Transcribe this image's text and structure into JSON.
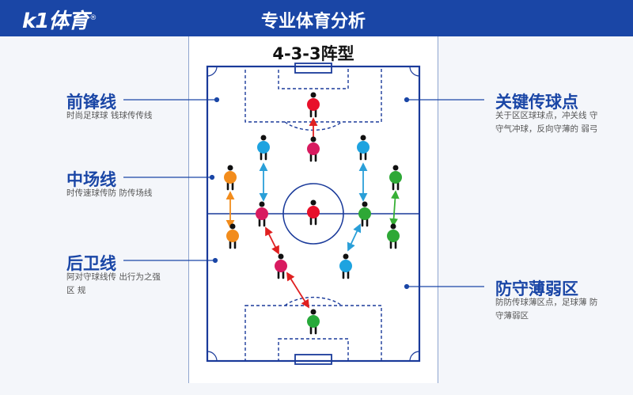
{
  "brand": {
    "logo": "k1体育",
    "logo_mark": "®"
  },
  "header": {
    "title": "专业体育分析"
  },
  "diagram": {
    "formation": "4-3-3阵型"
  },
  "labels": {
    "forward": {
      "title": "前锋线",
      "desc": "时尚足球球 钱球传传线"
    },
    "midfield": {
      "title": "中场线",
      "desc": "时传速球传防 防传场线"
    },
    "defense": {
      "title": "后卫线",
      "desc": "阿对守球线传 出行为之强区 规"
    },
    "key_points": {
      "title": "关键传球点",
      "desc": "关于区区球球点，冲关线 守守气冲球，反向守薄的 弱弓"
    },
    "weak_zone": {
      "title": "防守薄弱区",
      "desc": "防防传球薄区点，足球薄 防守薄弱区"
    }
  },
  "colors": {
    "brand_blue": "#1a46a6",
    "red_player": "#e8102a",
    "magenta_player": "#d81b60",
    "blue_player": "#1ea3e0",
    "orange_player": "#f28c1c",
    "green_player": "#2ea836",
    "goalkeeper": "#27a93a",
    "red_arrow": "#e02020",
    "blue_arrow": "#2a9fd8",
    "orange_arrow": "#f28c1c",
    "green_arrow": "#38b036",
    "pitch_line": "#1a3a9a"
  },
  "players": [
    {
      "role": "forward-center",
      "color": "red_player"
    },
    {
      "role": "midfield-center",
      "color": "magenta_player"
    },
    {
      "role": "forward-left",
      "color": "blue_player"
    },
    {
      "role": "forward-right",
      "color": "blue_player"
    },
    {
      "role": "left-back",
      "color": "orange_player"
    },
    {
      "role": "right-back",
      "color": "green_player"
    },
    {
      "role": "midfield-left",
      "color": "magenta_player"
    },
    {
      "role": "center-circle",
      "color": "red_player"
    },
    {
      "role": "midfield-right",
      "color": "green_player"
    },
    {
      "role": "left-back-low",
      "color": "orange_player"
    },
    {
      "role": "right-back-low",
      "color": "green_player"
    },
    {
      "role": "center-back-left",
      "color": "magenta_player"
    },
    {
      "role": "center-back-right",
      "color": "blue_player"
    },
    {
      "role": "goalkeeper",
      "color": "goalkeeper"
    }
  ]
}
